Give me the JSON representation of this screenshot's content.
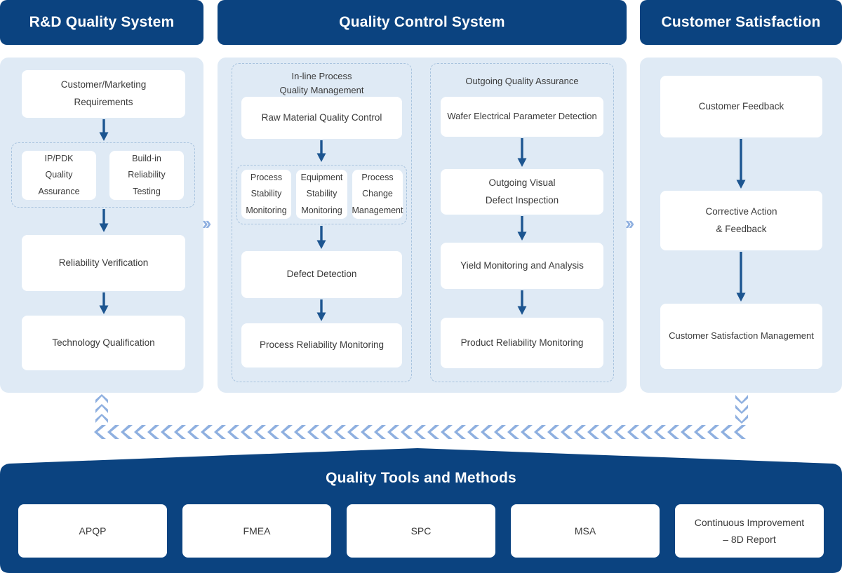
{
  "colors": {
    "brand_dark_blue": "#0b4380",
    "panel_light_blue": "#dfeaf5",
    "dashed_border": "#a8c3de",
    "arrow_blue": "#1c5590",
    "chevron_blue": "#8fb0e0",
    "card_white": "#ffffff",
    "text_dark": "#3a3a3a"
  },
  "columns": {
    "rd": {
      "header": "R&D Quality System",
      "cards": {
        "requirements": {
          "line1": "Customer/Marketing",
          "line2": "Requirements"
        },
        "reliability_verification": {
          "line1": "Reliability Verification"
        },
        "technology_qualification": {
          "line1": "Technology Qualification"
        }
      },
      "group": {
        "items": [
          {
            "line1": "IP/PDK",
            "line2": "Quality",
            "line3": "Assurance"
          },
          {
            "line1": "Build-in",
            "line2": "Reliability",
            "line3": "Testing"
          }
        ]
      }
    },
    "qc": {
      "header": "Quality Control System",
      "inline": {
        "label_line1": "In-line Process",
        "label_line2": "Quality Management",
        "raw_material": {
          "line1": "Raw Material Quality Control"
        },
        "sub_items": [
          {
            "line1": "Process",
            "line2": "Stability",
            "line3": "Monitoring"
          },
          {
            "line1": "Equipment",
            "line2": "Stability",
            "line3": "Monitoring"
          },
          {
            "line1": "Process",
            "line2": "Change",
            "line3": "Management"
          }
        ],
        "defect_detection": {
          "line1": "Defect Detection"
        },
        "process_reliability": {
          "line1": "Process Reliability Monitoring"
        }
      },
      "outgoing": {
        "label_line1": "Outgoing Quality Assurance",
        "wafer_detection": {
          "line1": "Wafer Electrical Parameter Detection"
        },
        "visual_inspection": {
          "line1": "Outgoing Visual",
          "line2": "Defect Inspection"
        },
        "yield_monitoring": {
          "line1": "Yield Monitoring and Analysis"
        },
        "product_reliability": {
          "line1": "Product Reliability Monitoring"
        }
      }
    },
    "cs": {
      "header": "Customer Satisfaction",
      "cards": {
        "customer_feedback": {
          "line1": "Customer Feedback"
        },
        "corrective_action": {
          "line1": "Corrective Action",
          "line2": "& Feedback"
        },
        "satisfaction_management": {
          "line1": "Customer Satisfaction Management"
        }
      }
    }
  },
  "connectors": {
    "rd_to_qc": "››",
    "qc_to_cs": "››"
  },
  "footer": {
    "title": "Quality Tools and Methods",
    "tools": [
      {
        "line1": "APQP"
      },
      {
        "line1": "FMEA"
      },
      {
        "line1": "SPC"
      },
      {
        "line1": "MSA"
      },
      {
        "line1": "Continuous Improvement",
        "line2": "– 8D Report"
      }
    ]
  }
}
